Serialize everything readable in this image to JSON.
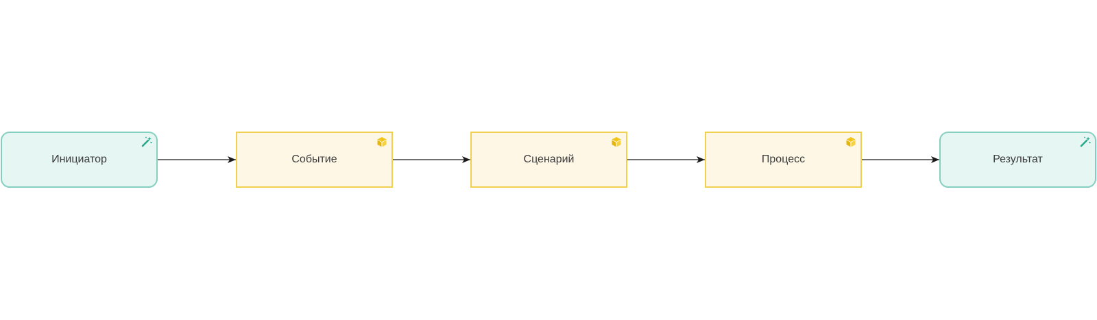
{
  "diagram": {
    "nodes": [
      {
        "id": "n1",
        "label": "Инициатор",
        "kind": "actor",
        "icon": "magic-wand-icon"
      },
      {
        "id": "n2",
        "label": "Событие",
        "kind": "block",
        "icon": "cube-icon"
      },
      {
        "id": "n3",
        "label": "Сценарий",
        "kind": "block",
        "icon": "cube-icon"
      },
      {
        "id": "n4",
        "label": "Процесс",
        "kind": "block",
        "icon": "cube-icon"
      },
      {
        "id": "n5",
        "label": "Результат",
        "kind": "actor",
        "icon": "magic-wand-icon"
      }
    ],
    "edges": [
      {
        "from": "n1",
        "to": "n2"
      },
      {
        "from": "n2",
        "to": "n3"
      },
      {
        "from": "n3",
        "to": "n4"
      },
      {
        "from": "n4",
        "to": "n5"
      }
    ],
    "colors": {
      "actor_fill": "#e6f6f3",
      "actor_border": "#85cfc0",
      "actor_icon": "#2aa88e",
      "block_fill": "#fef7e6",
      "block_border": "#f2d04f",
      "block_icon": "#f0c419",
      "connector": "#1a1a1a"
    }
  }
}
